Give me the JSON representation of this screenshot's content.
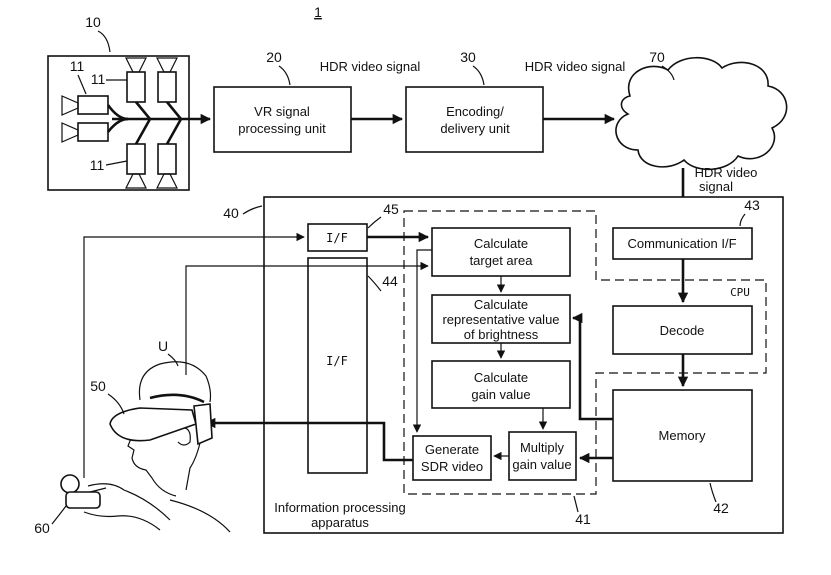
{
  "figure_number": "1",
  "refs": {
    "r10": "10",
    "r11": "11",
    "r20": "20",
    "r30": "30",
    "r70": "70",
    "r40": "40",
    "r41": "41",
    "r42": "42",
    "r43": "43",
    "r44": "44",
    "r45": "45",
    "r50": "50",
    "r60": "60",
    "rU": "U"
  },
  "signals": {
    "hdr_1": "HDR video signal",
    "hdr_2": "HDR video signal",
    "hdr_3_line1": "HDR video",
    "hdr_3_line2": "signal"
  },
  "boxes": {
    "vr_line1": "VR signal",
    "vr_line2": "processing unit",
    "enc_line1": "Encoding/",
    "enc_line2": "delivery unit",
    "comm": "Communication I/F",
    "decode": "Decode",
    "memory": "Memory",
    "cpu": "CPU",
    "if_small": "I/F",
    "if_big": "I/F",
    "calc_target_line1": "Calculate",
    "calc_target_line2": "target area",
    "calc_rep_line1": "Calculate",
    "calc_rep_line2": "representative value",
    "calc_rep_line3": "of brightness",
    "calc_gain_line1": "Calculate",
    "calc_gain_line2": "gain value",
    "multiply_line1": "Multiply",
    "multiply_line2": "gain value",
    "generate_line1": "Generate",
    "generate_line2": "SDR video"
  },
  "apparatus_label_line1": "Information processing",
  "apparatus_label_line2": "apparatus"
}
